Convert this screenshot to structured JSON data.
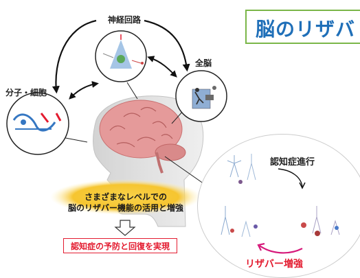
{
  "title": "脳のリザバ",
  "labels": {
    "circuit": "神経回路",
    "whole_brain": "全脳",
    "molecule_cell": "分子・細胞",
    "dementia_progress": "認知症進行",
    "reserve_increase": "リザバー増強"
  },
  "yellow_box": {
    "line1": "さまざまなレベルでの",
    "line2": "脳のリザバー機能の活用と増強"
  },
  "result_box": "認知症の予防と回復を実現",
  "colors": {
    "title_blue": "#1f6fb8",
    "title_border": "#7ab648",
    "accent_red": "#e31b2f",
    "arrow_magenta": "#d6197a",
    "brain_pink": "#e8a0a0",
    "yellow_highlight": "#f6c530"
  }
}
